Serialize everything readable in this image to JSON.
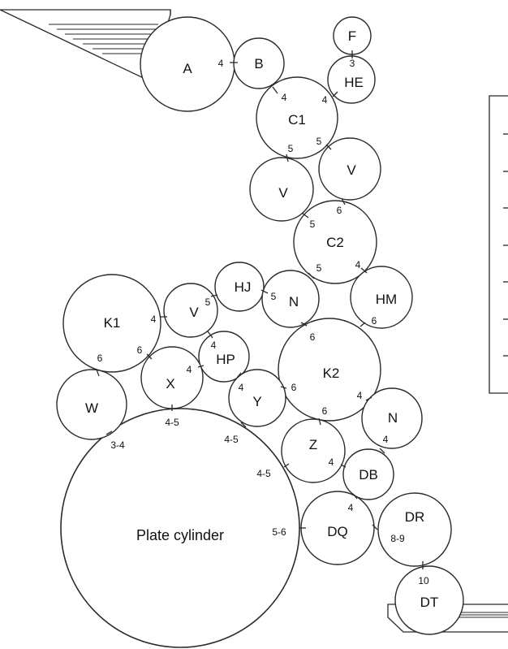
{
  "rollers": {
    "A": "A",
    "B": "B",
    "F": "F",
    "HE": "HE",
    "C1": "C1",
    "V1": "V",
    "V2": "V",
    "C2": "C2",
    "HJ": "HJ",
    "N1": "N",
    "HM": "HM",
    "K1": "K1",
    "V3": "V",
    "HP": "HP",
    "K2": "K2",
    "X": "X",
    "W": "W",
    "Y": "Y",
    "N2": "N",
    "Z": "Z",
    "DB": "DB",
    "DQ": "DQ",
    "DR": "DR",
    "DT": "DT",
    "plate": "Plate cylinder"
  },
  "nip_labels": {
    "A_B": "4",
    "F_HE": "3",
    "B_C1": "4",
    "HE_C1": "4",
    "C1_V1": "5",
    "C1_V2": "5",
    "V1_C2": "5",
    "V2_C2": "6",
    "C2_N1": "5",
    "C2_HM": "4",
    "HJ_V3": "5",
    "HJ_N1": "5",
    "K1_V3": "4",
    "V3_HP": "4",
    "N1_K2": "6",
    "HM_K2": "6",
    "K1_W": "6",
    "X_K1": "6",
    "HP_X": "4",
    "HP_Y": "4",
    "Y_K2": "6",
    "K2_Z": "6",
    "K2_N2": "4",
    "W_plate": "3-4",
    "X_plate": "4-5",
    "Y_plate": "4-5",
    "Z_plate": "4-5",
    "N2_DB": "4",
    "Z_DB": "4",
    "DB_DQ": "4",
    "DQ_plate": "5-6",
    "DQ_DR": "8-9",
    "DR_DT": "10"
  }
}
